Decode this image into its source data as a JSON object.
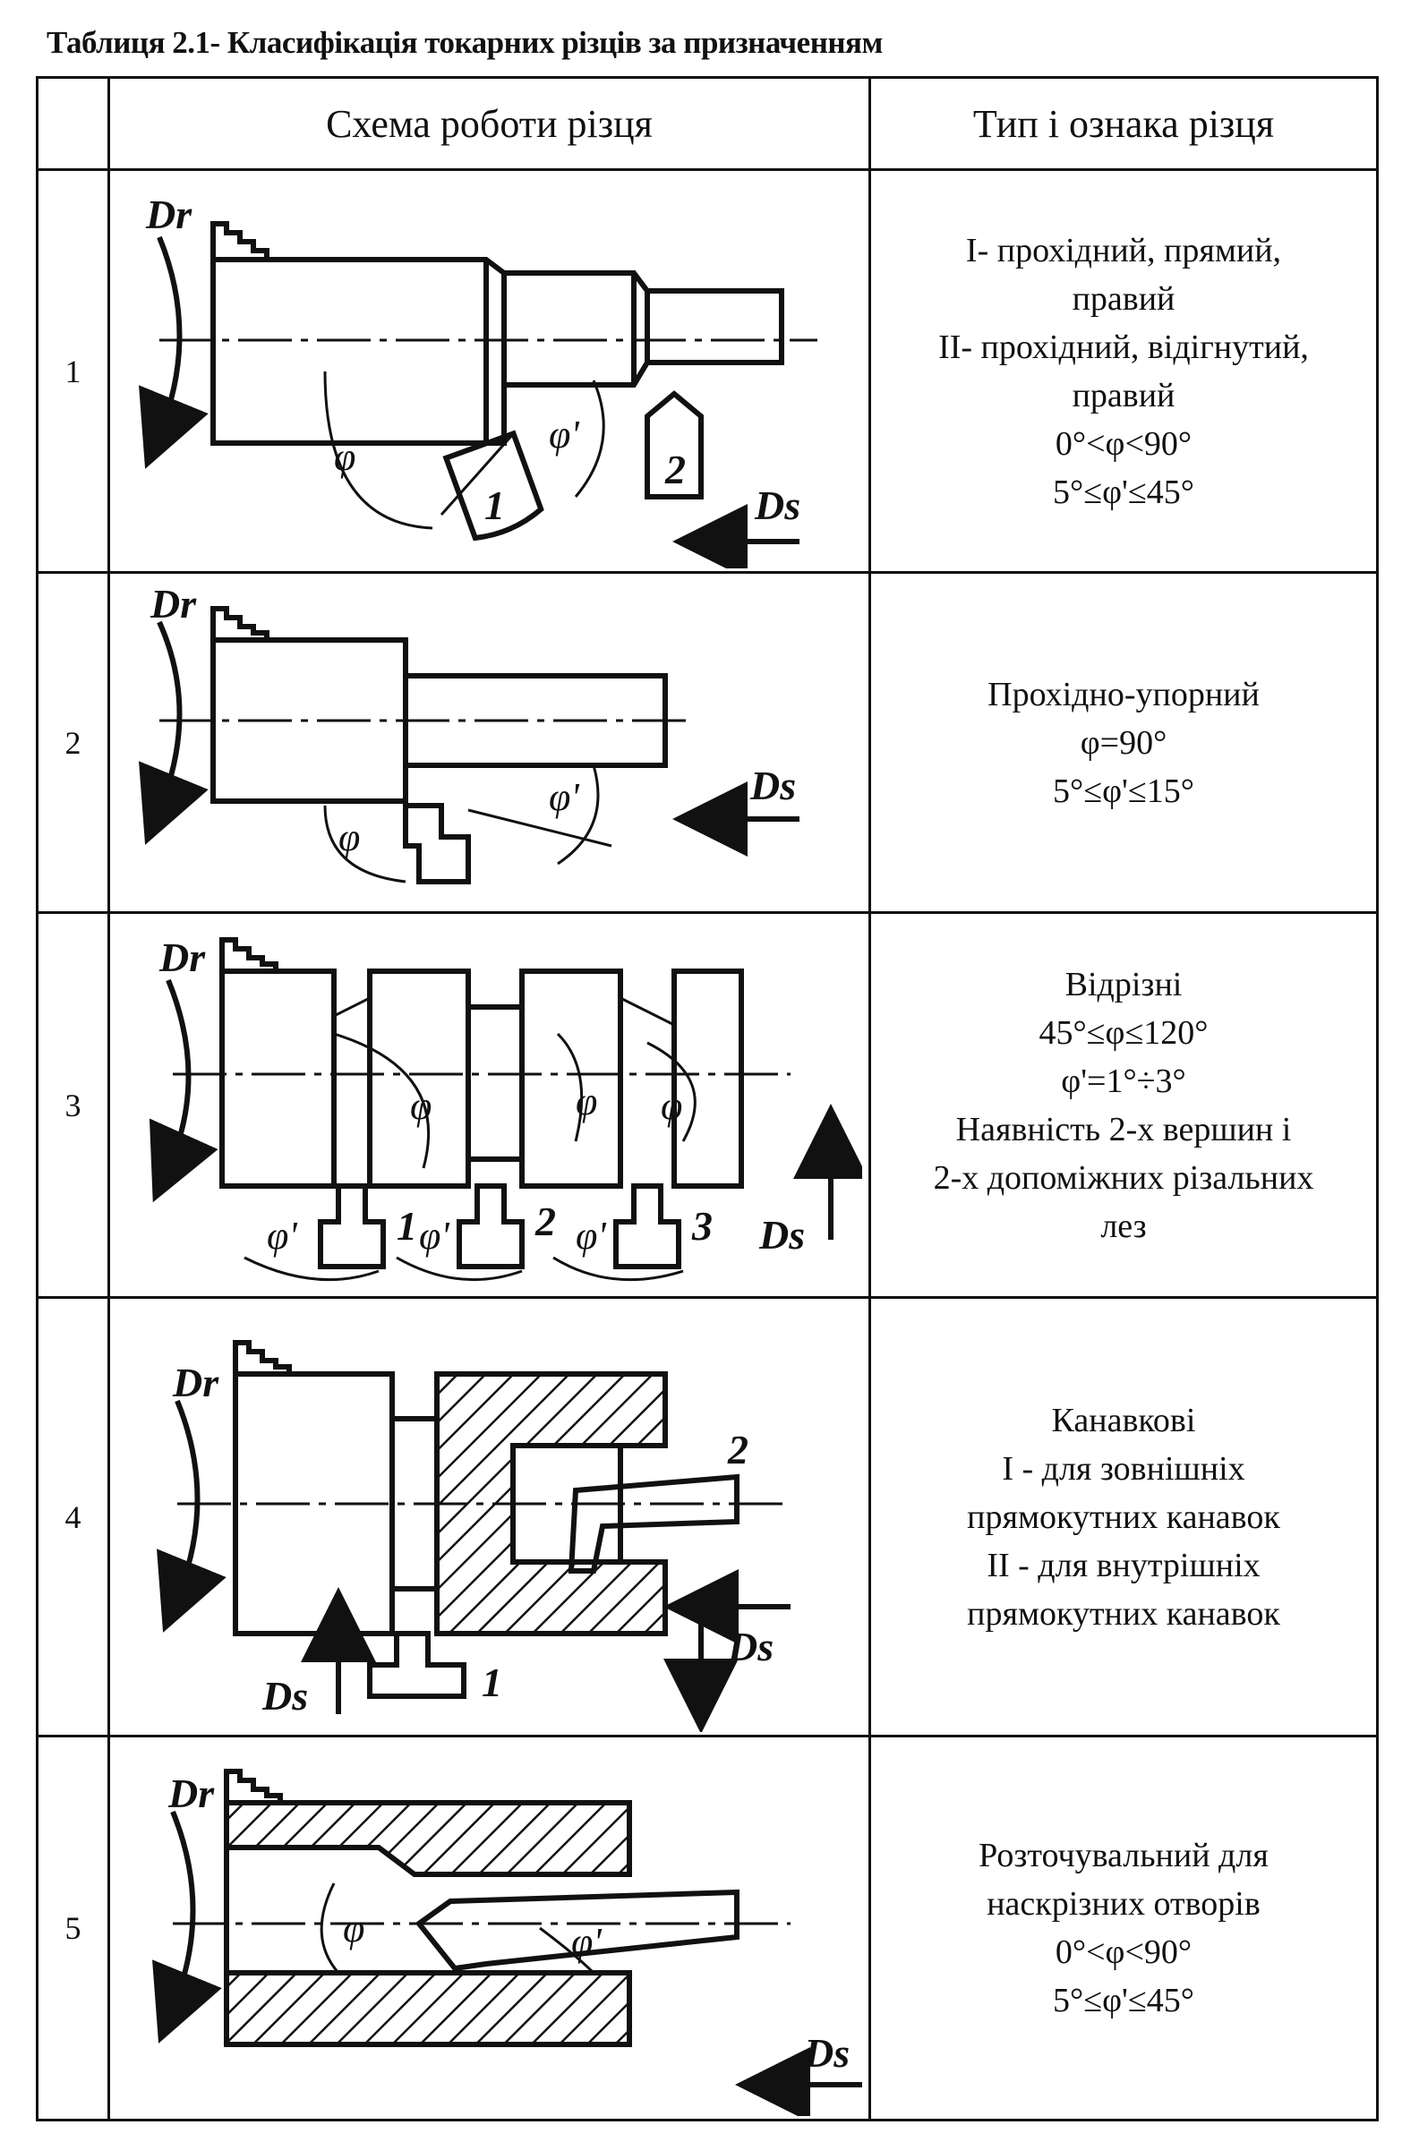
{
  "caption": "Таблиця 2.1- Класифікація токарних різців за призначенням",
  "headers": {
    "number": "",
    "scheme": "Схема роботи різця",
    "type": "Тип і ознака різця"
  },
  "rows": [
    {
      "number": "1",
      "lines": [
        "I- прохідний, прямий,",
        "правий",
        "II- прохідний, відігнутий,",
        "правий",
        "0°<φ<90°",
        "5°≤φ'≤45°"
      ],
      "labels": {
        "dr": "Dr",
        "ds": "Ds",
        "phi": "φ",
        "phi2": "φ'",
        "cutter1": "1",
        "cutter2": "2"
      }
    },
    {
      "number": "2",
      "lines": [
        "Прохідно-упорний",
        "φ=90°",
        "5°≤φ'≤15°"
      ],
      "labels": {
        "dr": "Dr",
        "ds": "Ds",
        "phi": "φ",
        "phi2": "φ'"
      }
    },
    {
      "number": "3",
      "lines": [
        "Відрізні",
        "45°≤φ≤120°",
        "φ'=1°÷3°",
        "Наявність 2-х вершин і",
        "2-х допоміжних різальних",
        "лез"
      ],
      "labels": {
        "dr": "Dr",
        "ds": "Ds",
        "phi": "φ",
        "phi2": "φ'",
        "c1": "1",
        "c2": "2",
        "c3": "3"
      }
    },
    {
      "number": "4",
      "lines": [
        "Канавкові",
        "I - для зовнішніх",
        "прямокутних канавок",
        "II - для внутрішніх",
        "прямокутних канавок"
      ],
      "labels": {
        "dr": "Dr",
        "ds": "Ds",
        "c1": "1",
        "c2": "2"
      }
    },
    {
      "number": "5",
      "lines": [
        "Розточувальний для",
        "наскрізних отворів",
        "0°<φ<90°",
        "5°≤φ'≤45°"
      ],
      "labels": {
        "dr": "Dr",
        "ds": "Ds",
        "phi": "φ",
        "phi2": "φ'"
      }
    }
  ]
}
